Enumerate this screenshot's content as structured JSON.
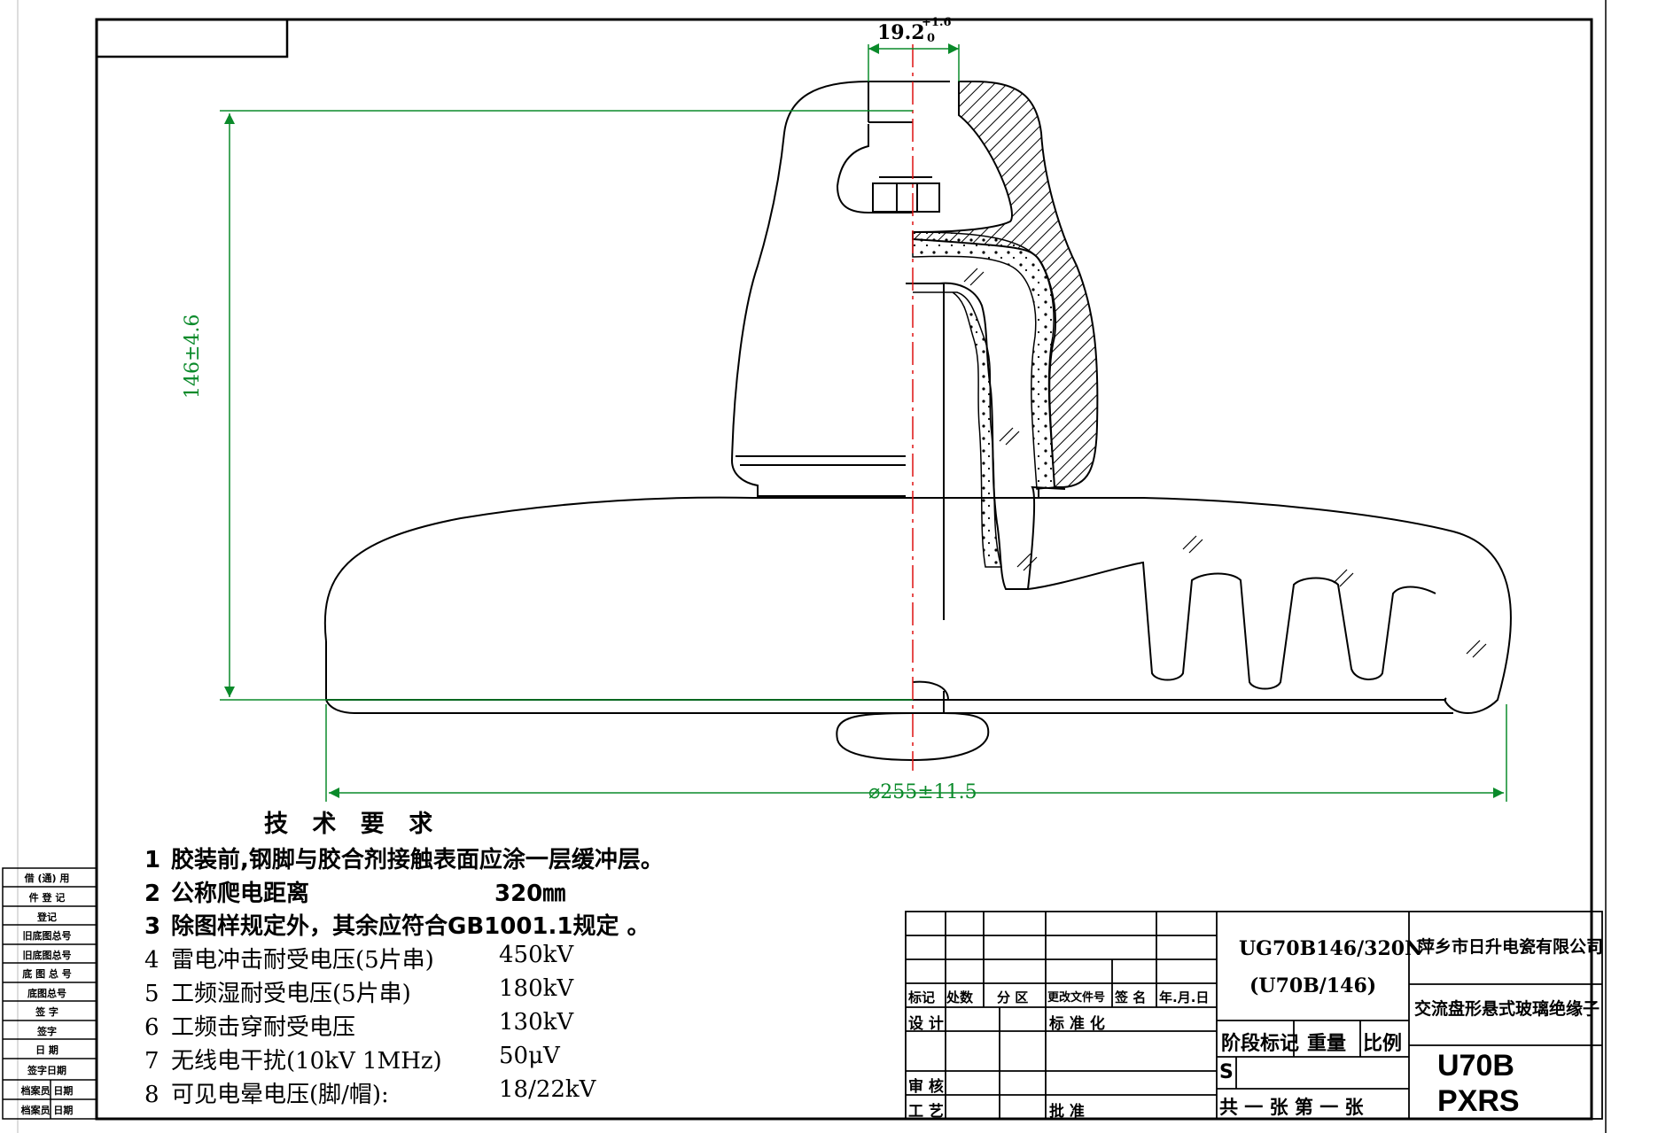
{
  "dimensions": {
    "top_width": "19.2",
    "top_tol_plus": "+1.6",
    "top_tol_minus": "0",
    "height": "146±4.6",
    "diameter": "⌀255±11.5"
  },
  "requirements": {
    "title": "技 术 要 求",
    "items": [
      {
        "num": "1",
        "text": "胶装前,钢脚与胶合剂接触表面应涂一层缓冲层。",
        "value": ""
      },
      {
        "num": "2",
        "text": "公称爬电距离",
        "value": "320㎜"
      },
      {
        "num": "3",
        "text": "除图样规定外，其余应符合GB1001.1规定 。",
        "value": ""
      },
      {
        "num": "4",
        "text": "雷电冲击耐受电压(5片串)",
        "value": "450kV"
      },
      {
        "num": "5",
        "text": "工频湿耐受电压(5片串)",
        "value": "180kV"
      },
      {
        "num": "6",
        "text": "工频击穿耐受电压",
        "value": "130kV"
      },
      {
        "num": "7",
        "text": "无线电干扰(10kV 1MHz)",
        "value": "50μV"
      },
      {
        "num": "8",
        "text": "可见电晕电压(脚/帽):",
        "value": "18/22kV"
      }
    ]
  },
  "title_block": {
    "model_line1": "UG70B146/320N",
    "model_line2": "(U70B/146)",
    "company": "萍乡市日升电瓷有限公司",
    "product_name": "交流盘形悬式玻璃绝缘子",
    "code_line1": "U70B",
    "code_line2": "PXRS",
    "stage_label": "阶段标记",
    "weight_label": "重量",
    "scale_label": "比例",
    "stage_value": "S",
    "sheet_info": "共 一 张   第 一 张",
    "rev_headers": [
      "标记",
      "处数",
      "分 区",
      "更改文件号",
      "签 名",
      "年.月.日"
    ],
    "design": "设 计",
    "standardize": "标 准 化",
    "review": "审 核",
    "process": "工 艺",
    "approve": "批 准"
  },
  "side_table": [
    "借 (通) 用",
    "件 登 记",
    "登记",
    "旧底图总号",
    "旧底图总号",
    "底 图 总 号",
    "底图总号",
    "签 字",
    "签字",
    "日 期",
    "签字日期",
    "档案员 日期",
    "档案员 日期"
  ]
}
